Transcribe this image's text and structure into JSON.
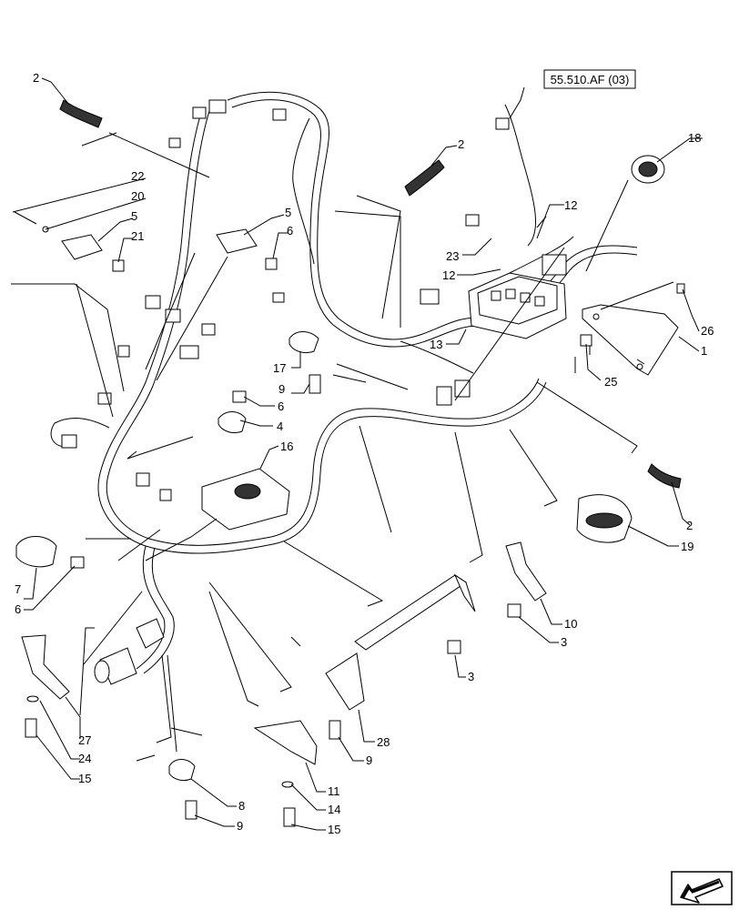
{
  "reference_box": {
    "label": "55.510.AF (03)"
  },
  "callouts": [
    {
      "id": "c-2a",
      "text": "2"
    },
    {
      "id": "c-22",
      "text": "22"
    },
    {
      "id": "c-20",
      "text": "20"
    },
    {
      "id": "c-5a",
      "text": "5"
    },
    {
      "id": "c-21",
      "text": "21"
    },
    {
      "id": "c-5b",
      "text": "5"
    },
    {
      "id": "c-6a",
      "text": "6"
    },
    {
      "id": "c-2b",
      "text": "2"
    },
    {
      "id": "c-18",
      "text": "18"
    },
    {
      "id": "c-12a",
      "text": "12"
    },
    {
      "id": "c-23",
      "text": "23"
    },
    {
      "id": "c-12b",
      "text": "12"
    },
    {
      "id": "c-13",
      "text": "13"
    },
    {
      "id": "c-26",
      "text": "26"
    },
    {
      "id": "c-1",
      "text": "1"
    },
    {
      "id": "c-25",
      "text": "25"
    },
    {
      "id": "c-17",
      "text": "17"
    },
    {
      "id": "c-9a",
      "text": "9"
    },
    {
      "id": "c-6b",
      "text": "6"
    },
    {
      "id": "c-4",
      "text": "4"
    },
    {
      "id": "c-16",
      "text": "16"
    },
    {
      "id": "c-2c",
      "text": "2"
    },
    {
      "id": "c-19",
      "text": "19"
    },
    {
      "id": "c-7",
      "text": "7"
    },
    {
      "id": "c-6c",
      "text": "6"
    },
    {
      "id": "c-10",
      "text": "10"
    },
    {
      "id": "c-3a",
      "text": "3"
    },
    {
      "id": "c-3b",
      "text": "3"
    },
    {
      "id": "c-27",
      "text": "27"
    },
    {
      "id": "c-24",
      "text": "24"
    },
    {
      "id": "c-15a",
      "text": "15"
    },
    {
      "id": "c-28",
      "text": "28"
    },
    {
      "id": "c-9b",
      "text": "9"
    },
    {
      "id": "c-11",
      "text": "11"
    },
    {
      "id": "c-14",
      "text": "14"
    },
    {
      "id": "c-15b",
      "text": "15"
    },
    {
      "id": "c-8",
      "text": "8"
    },
    {
      "id": "c-9c",
      "text": "9"
    }
  ],
  "nav_icon": "arrow-back-icon"
}
